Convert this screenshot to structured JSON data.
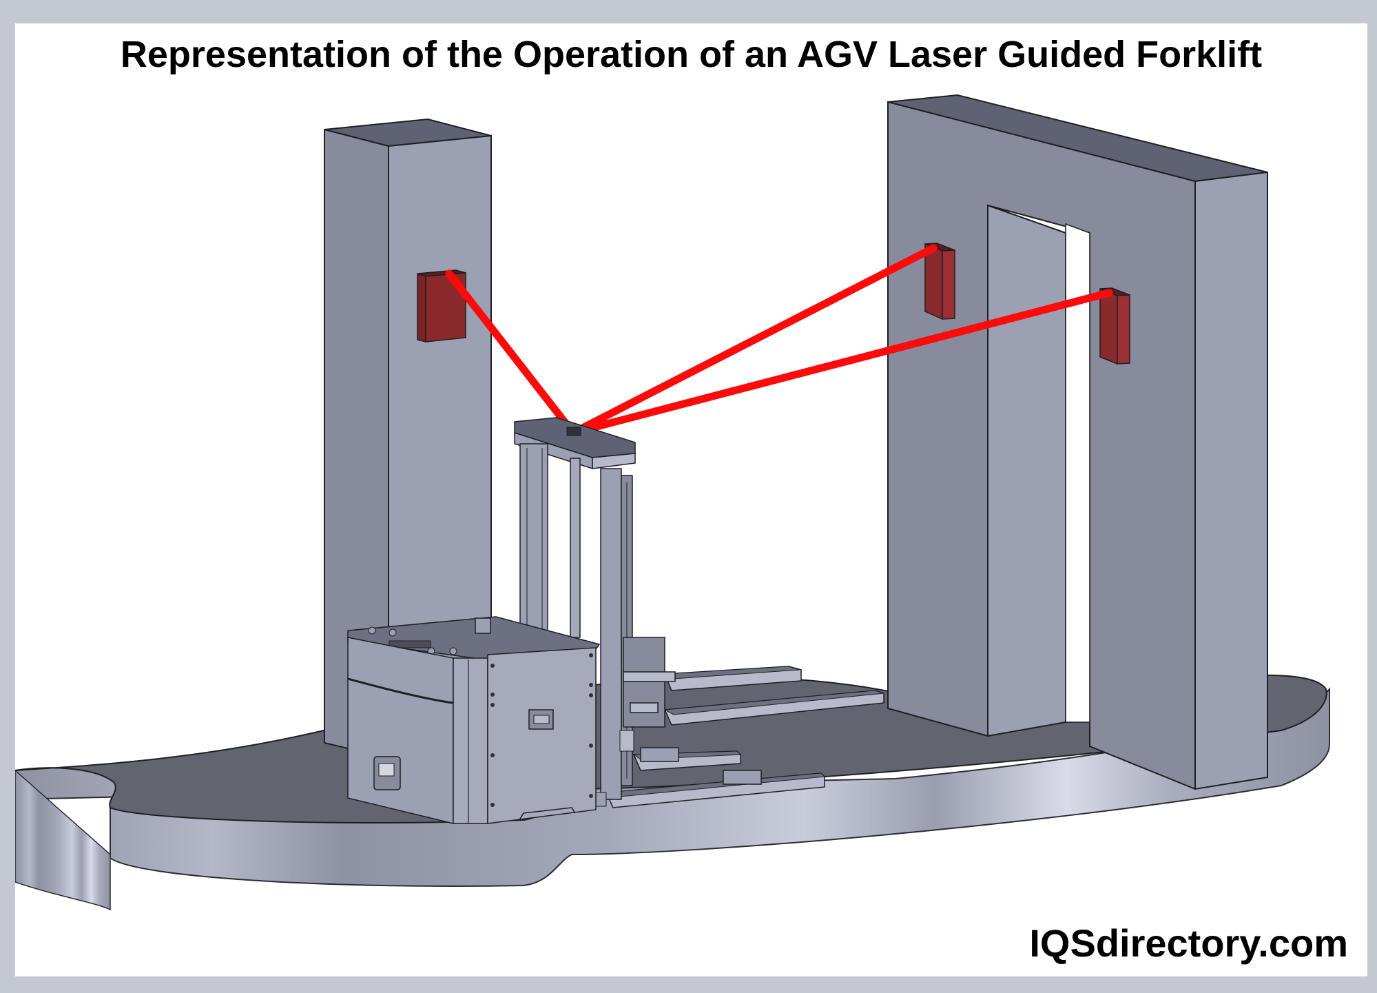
{
  "diagram": {
    "title": "Representation of the Operation of an AGV Laser Guided Forklift",
    "watermark": "IQSdirectory.com",
    "components": [
      {
        "name": "left-pillar",
        "type": "reflector-mount-column"
      },
      {
        "name": "right-arch",
        "type": "reflector-mount-wall-with-doorway"
      },
      {
        "name": "reflector-1",
        "location": "left pillar front face"
      },
      {
        "name": "reflector-2",
        "location": "right arch left section"
      },
      {
        "name": "reflector-3",
        "location": "right arch right section"
      },
      {
        "name": "agv-forklift",
        "type": "laser guided forklift with mast-top laser scanner"
      },
      {
        "name": "laser-beams",
        "count": 3,
        "from": "scanner on top of mast",
        "to": [
          "reflector-1",
          "reflector-2",
          "reflector-3"
        ]
      },
      {
        "name": "floor-platform",
        "type": "irregular shaped floor slab"
      }
    ],
    "colors": {
      "frame": "#c3c8d1",
      "background": "#ffffff",
      "laser": "#ff0a0a",
      "reflector_front": "#8b2a2d",
      "reflector_side": "#9c2f33",
      "reflector_top": "#5c1c1e",
      "structure_light": "#9ba1b3",
      "structure_mid": "#878b9b",
      "structure_top": "#5f6272",
      "floor_top": "#62646f",
      "floor_edge": "#a7abbb"
    }
  }
}
